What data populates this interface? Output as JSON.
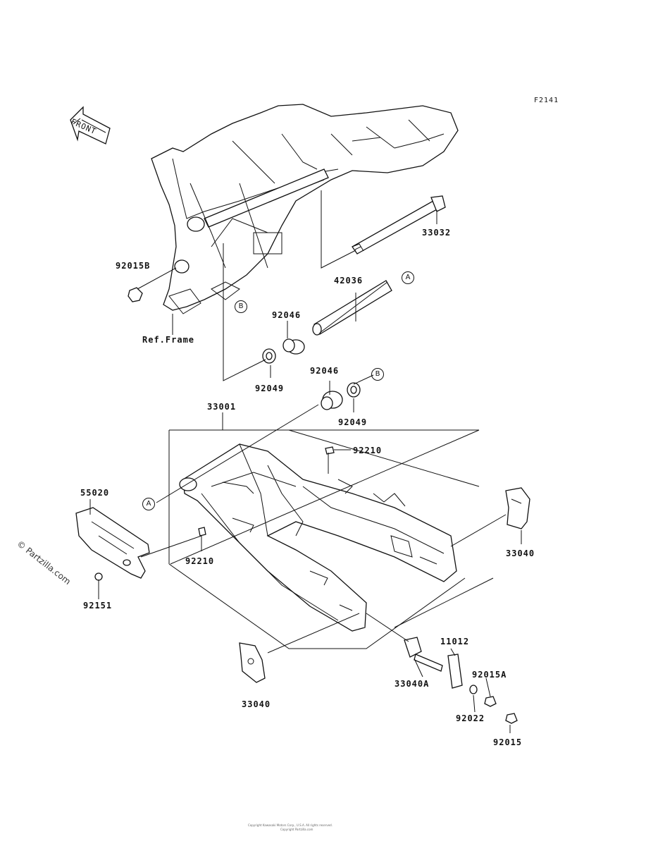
{
  "figure_code": "F2141",
  "front_label": "FRONT",
  "watermark": "© Partzilla.com",
  "ref_frame_label": "Ref.Frame",
  "callouts": {
    "a": "A",
    "b": "B"
  },
  "parts": {
    "p33032": "33032",
    "p92015B": "92015B",
    "p42036": "42036",
    "p92046_upper": "92046",
    "p92049_upper": "92049",
    "p92046_lower": "92046",
    "p92049_lower": "92049",
    "p33001": "33001",
    "p92210_upper": "92210",
    "p55020": "55020",
    "p92210_lower": "92210",
    "p92151": "92151",
    "p33040_right": "33040",
    "p11012": "11012",
    "p92015A": "92015A",
    "p33040A": "33040A",
    "p92022": "92022",
    "p92015": "92015",
    "p33040_bottom": "33040"
  },
  "footer": {
    "line1": "Copyright Kawasaki Motors Corp., U.S.A. All rights reserved.",
    "line2": "Copyright Partzilla.com"
  }
}
